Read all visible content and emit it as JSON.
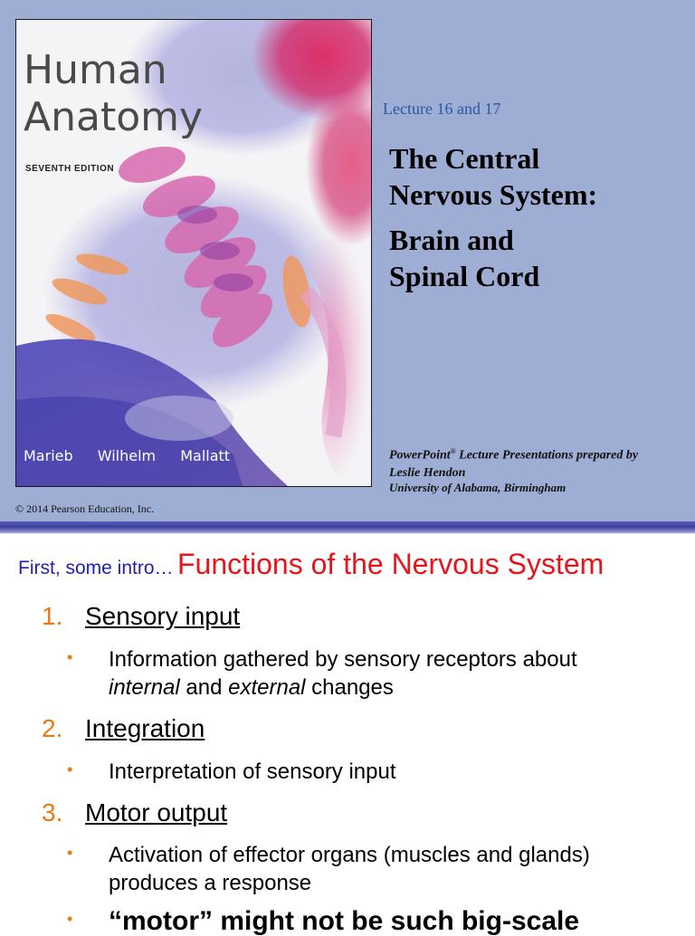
{
  "cover": {
    "title_line1": "Human",
    "title_line2": "Anatomy",
    "edition": "SEVENTH EDITION",
    "authors": [
      "Marieb",
      "Wilhelm",
      "Mallatt"
    ]
  },
  "slide1": {
    "lecture": "Lecture 16 and 17",
    "title_line1": "The Central",
    "title_line2": "Nervous System:",
    "title_line3": "Brain and",
    "title_line4": "Spinal Cord",
    "credits_brand": "PowerPoint",
    "credits_reg": "®",
    "credits_rest": " Lecture Presentations prepared by",
    "credits_author": "Leslie Hendon",
    "university": "University of Alabama, Birmingham",
    "copyright": "© 2014 Pearson Education, Inc."
  },
  "slide2": {
    "intro": "First, some intro…",
    "heading": "Functions of the Nervous System",
    "items": [
      {
        "num": "1.",
        "label": "Sensory input"
      },
      {
        "num": "2.",
        "label": "Integration"
      },
      {
        "num": "3.",
        "label": "Motor output"
      }
    ],
    "bullet_glyph": "•",
    "bullets": {
      "sensory_a": "Information gathered by sensory receptors about",
      "sensory_internal": "internal",
      "sensory_and": " and ",
      "sensory_external": "external",
      "sensory_changes": " changes",
      "integration": "Interpretation of sensory input",
      "motor_line1": "Activation of effector organs (muscles and glands)",
      "motor_line2": "produces a response",
      "motor_extra": "“motor” might not be such big-scale"
    }
  },
  "colors": {
    "slide_bg": "#9eadd3",
    "lecture_blue": "#2a56a0",
    "intro_blue": "#1f1fb0",
    "heading_red": "#e8141c",
    "number_orange": "#ea7a10"
  }
}
